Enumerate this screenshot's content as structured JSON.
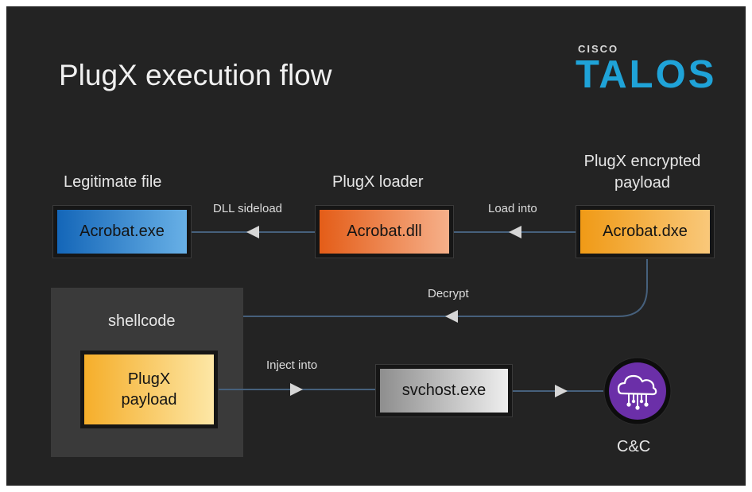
{
  "title": "PlugX execution flow",
  "logo": {
    "small": "CISCO",
    "big": "TALOS",
    "color": "#1fa3d8"
  },
  "headings": {
    "legit": "Legitimate file",
    "loader": "PlugX loader",
    "payload_line1": "PlugX encrypted",
    "payload_line2": "payload",
    "shellcode": "shellcode",
    "cc": "C&C"
  },
  "nodes": {
    "acrobat_exe": {
      "label": "Acrobat.exe",
      "gradient": [
        "#1466b8",
        "#68b0e6"
      ]
    },
    "acrobat_dll": {
      "label": "Acrobat.dll",
      "gradient": [
        "#e45d18",
        "#f6b08a"
      ]
    },
    "acrobat_dxe": {
      "label": "Acrobat.dxe",
      "gradient": [
        "#f09a16",
        "#f9c87a"
      ]
    },
    "plugx_payload": {
      "line1": "PlugX",
      "line2": "payload",
      "gradient": [
        "#f5ae2a",
        "#fde7a6"
      ]
    },
    "svchost": {
      "label": "svchost.exe",
      "gradient": [
        "#8e8e8e",
        "#eeeeee"
      ]
    },
    "cc_icon": "cloud-network-icon",
    "cc_color": "#6b2fa8"
  },
  "edges": {
    "dll_sideload": "DLL sideload",
    "load_into": "Load into",
    "decrypt": "Decrypt",
    "inject_into": "Inject into"
  },
  "colors": {
    "background": "#232323",
    "connector": "#46607c",
    "arrowhead": "#d6d6d6",
    "panel": "#3a3a3a"
  }
}
